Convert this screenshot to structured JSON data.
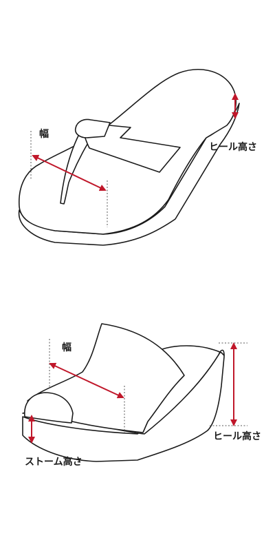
{
  "colors": {
    "arrow": "#c0172a",
    "outline": "#1a1a1a"
  },
  "sandal": {
    "width_label": "幅",
    "heel_height_label": "ヒール高さ"
  },
  "mule": {
    "width_label": "幅",
    "heel_height_label": "ヒール高さ",
    "stome_height_label": "ストーム高さ"
  }
}
